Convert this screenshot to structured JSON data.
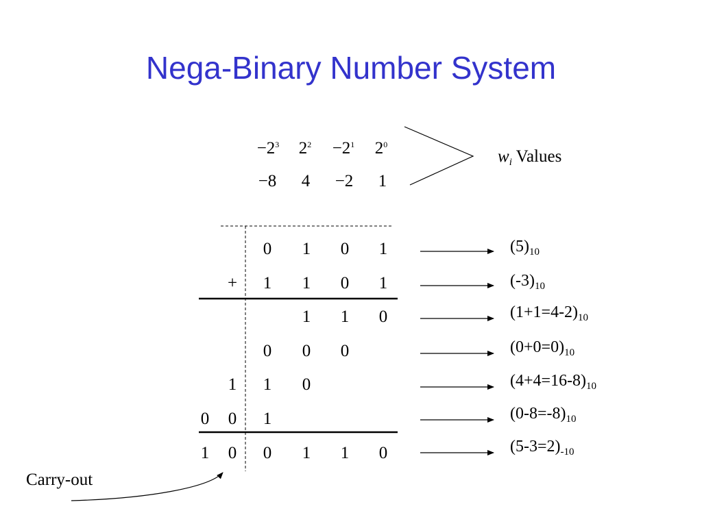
{
  "title": "Nega-Binary Number System",
  "weights": {
    "powers": [
      {
        "base": "−2",
        "exp": "3"
      },
      {
        "base": "2",
        "exp": "2"
      },
      {
        "base": "−2",
        "exp": "1"
      },
      {
        "base": "2",
        "exp": "0"
      }
    ],
    "values": [
      "−8",
      "4",
      "−2",
      "1"
    ],
    "caption_var": "w",
    "caption_sub": "i",
    "caption_text": " Values"
  },
  "rows": [
    {
      "cells": [
        "",
        "",
        "0",
        "1",
        "0",
        "1"
      ],
      "label": "(5)",
      "label_sub": "10"
    },
    {
      "cells": [
        "",
        "+",
        "1",
        "1",
        "0",
        "1"
      ],
      "label": "(-3)",
      "label_sub": "10"
    },
    {
      "cells": [
        "",
        "",
        "",
        "1",
        "1",
        "0"
      ],
      "label": "(1+1=4-2)",
      "label_sub": "10"
    },
    {
      "cells": [
        "",
        "",
        "0",
        "0",
        "0",
        ""
      ],
      "label": "(0+0=0)",
      "label_sub": "10"
    },
    {
      "cells": [
        "",
        "1",
        "1",
        "0",
        "",
        ""
      ],
      "label": "(4+4=16-8)",
      "label_sub": "10"
    },
    {
      "cells": [
        "0",
        "0",
        "1",
        "",
        "",
        ""
      ],
      "label": "(0-8=-8)",
      "label_sub": "10"
    },
    {
      "cells": [
        "1",
        "0",
        "0",
        "1",
        "1",
        "0"
      ],
      "label": "(5-3=2)",
      "label_sub": "-10"
    }
  ],
  "carry_label": "Carry-out"
}
